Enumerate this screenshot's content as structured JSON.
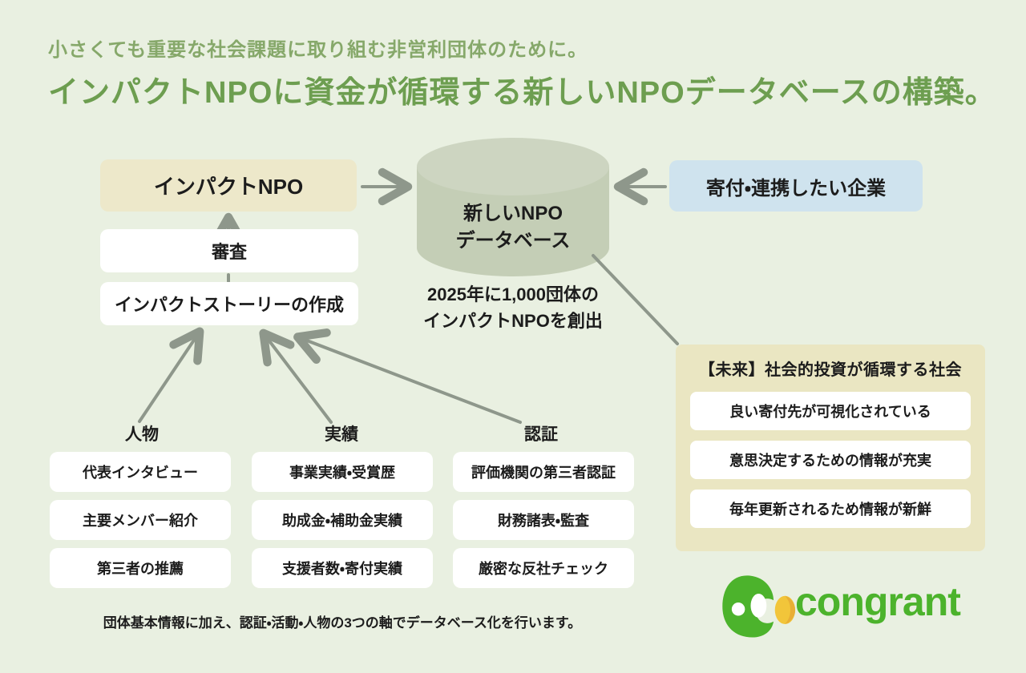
{
  "page": {
    "subtitle": "小さくても重要な社会課題に取り組む非営利団体のために。",
    "title": "インパクトNPOに資金が循環する新しいNPOデータベースの構築。",
    "footer_note": "団体基本情報に加え、認証・活動・人物の3つの軸でデータベース化を行います。"
  },
  "flow": {
    "impact_npo": "インパクトNPO",
    "review": "審査",
    "story": "インパクトストーリーの作成",
    "database_line1": "新しいNPO",
    "database_line2": "データベース",
    "database_caption_line1": "2025年に1,000団体の",
    "database_caption_line2": "インパクトNPOを創出",
    "company": "寄付・連携したい企業"
  },
  "future": {
    "title": "【未来】社会的投資が循環する社会",
    "items": [
      "良い寄付先が可視化されている",
      "意思決定するための情報が充実",
      "毎年更新されるため情報が新鮮"
    ]
  },
  "columns": [
    {
      "label": "人物",
      "items": [
        "代表インタビュー",
        "主要メンバー紹介",
        "第三者の推薦"
      ]
    },
    {
      "label": "実績",
      "items": [
        "事業実績・受賞歴",
        "助成金・補助金実績",
        "支援者数・寄付実績"
      ]
    },
    {
      "label": "認証",
      "items": [
        "評価機関の第三者認証",
        "財務諸表・監査",
        "厳密な反社チェック"
      ]
    }
  ],
  "logo": {
    "mark_icon": "congrant-mark-icon",
    "text": "congrant"
  },
  "colors": {
    "background": "#e9f0e1",
    "title_green": "#6d9e50",
    "subtitle_green": "#86a86a",
    "cream_box": "#ede8ca",
    "cylinder_body": "#c4ceb6",
    "cylinder_top": "#cdd5c1",
    "blue_box": "#cfe3ee",
    "future_panel": "#eae6c2",
    "arrow_gray": "#8e978b",
    "brand_green": "#4cb32c",
    "logo_yellow": "#f2c53a",
    "text": "#1c1c1c"
  }
}
